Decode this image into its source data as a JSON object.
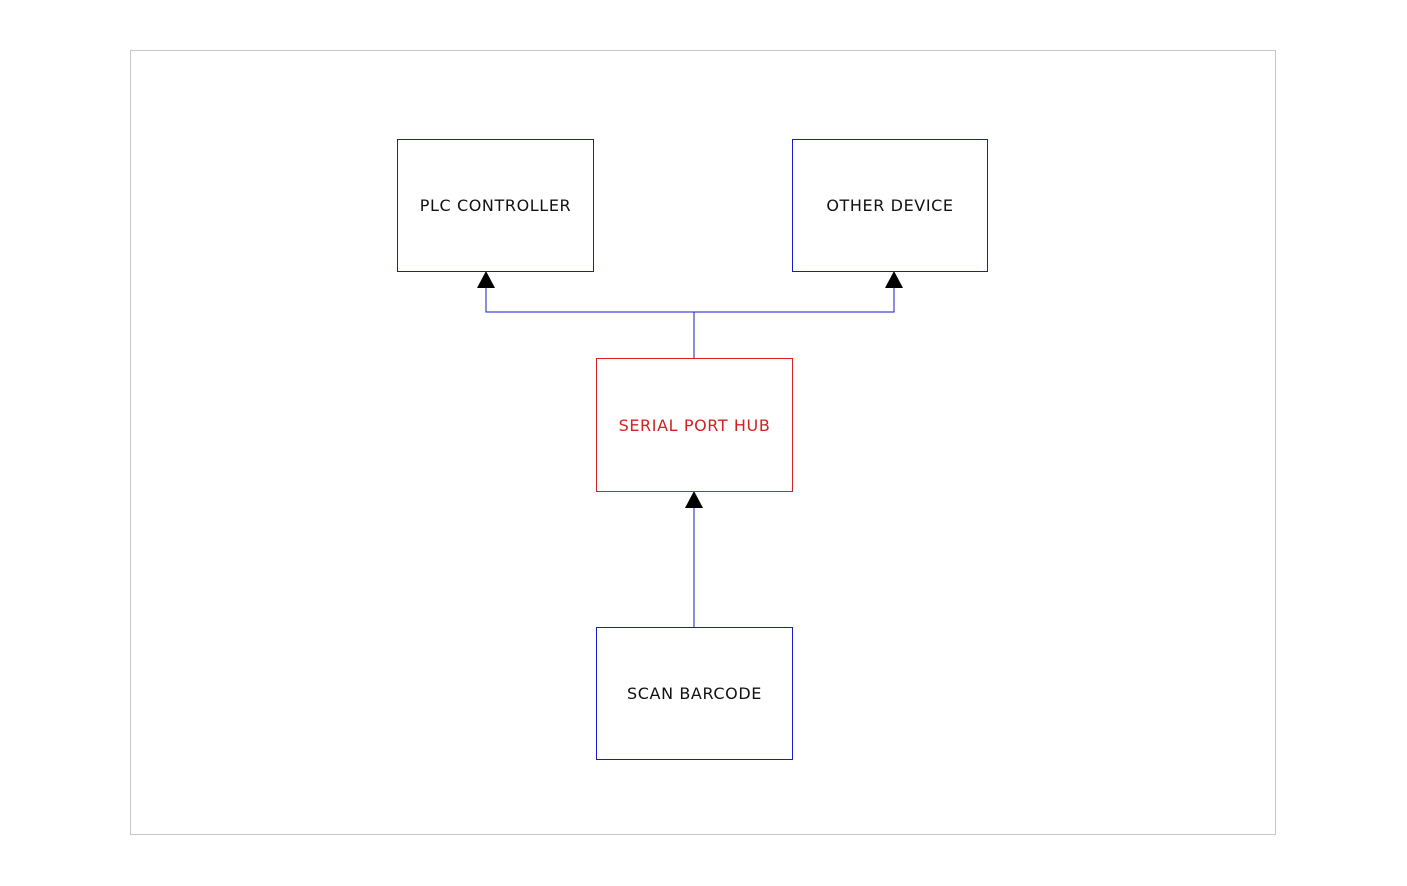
{
  "diagram": {
    "nodes": {
      "plc_controller": "PLC CONTROLLER",
      "other_device": "OTHER DEVICE",
      "serial_port_hub": "SERIAL PORT HUB",
      "scan_barcode": "SCAN BARCODE"
    },
    "edges": [
      {
        "from": "scan_barcode",
        "to": "serial_port_hub"
      },
      {
        "from": "serial_port_hub",
        "to": "plc_controller"
      },
      {
        "from": "serial_port_hub",
        "to": "other_device"
      }
    ],
    "colors": {
      "line": "#1a1acc",
      "node_border": "#1a1acc",
      "hub_border": "#d42020",
      "hub_text": "#d42020",
      "text": "#111111",
      "arrowhead": "#000000",
      "frame": "#c8c8c8"
    }
  }
}
